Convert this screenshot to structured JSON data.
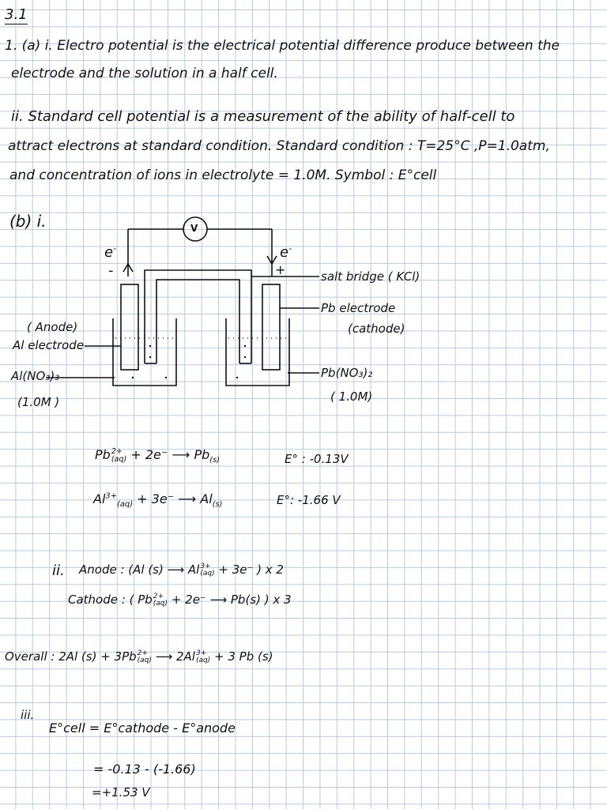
{
  "heading": "3.1",
  "q1a": {
    "i_line1": "1. (a) i. Electro potential is the electrical potential difference produce between the",
    "i_line2": "electrode and the solution in a half cell.",
    "ii_line1": "ii. Standard cell potential is a measurement of the ability of half-cell to",
    "ii_line2": "attract electrons at standard condition. Standard condition : T=25°C ,P=1.0atm,",
    "ii_line3": "and concentration of ions in electrolyte = 1.0M. Symbol : E°cell"
  },
  "q1b": {
    "label": "(b) i.",
    "diagram": {
      "voltmeter": "V",
      "left_electron": "e",
      "left_sign": "-",
      "right_electron": "e",
      "right_sign": "+",
      "salt_bridge": "salt bridge ( KCl)",
      "pb_electrode": "Pb electrode",
      "cathode": "(cathode)",
      "anode": "( Anode)",
      "al_electrode": "Al electrode",
      "al_solution": "Al(NO₃)₃",
      "al_conc": "(1.0M )",
      "pb_solution": "Pb(NO₃)₂",
      "pb_conc": "( 1.0M)"
    },
    "eq1": {
      "lhs": "Pb",
      "lhs_sup": "2+",
      "lhs_sub": "(aq)",
      "mid": "+ 2e⁻ ⟶ Pb",
      "prod_sub": "(s)",
      "e_label": "E° : -0.13V"
    },
    "eq2": {
      "lhs": "Al",
      "lhs_sup": "3+",
      "lhs_sub": "(aq)",
      "mid": "+ 3e⁻ ⟶ Al",
      "prod_sub": "(s)",
      "e_label": "E°: -1.66 V"
    },
    "ii_label": "ii.",
    "anode_text": "Anode : (Al (s) ⟶ Al",
    "anode_sup": "3+",
    "anode_sub": "(aq)",
    "anode_end": "+ 3e⁻ ) x 2",
    "cathode_text": "Cathode : ( Pb",
    "cathode_sup": "2+",
    "cathode_sub": "(aq)",
    "cathode_end": "+ 2e⁻ ⟶ Pb(s) ) x 3",
    "overall_text": "Overall : 2Al (s) + 3Pb",
    "overall_sup": "2+",
    "overall_sub": "(aq)",
    "overall_mid": "⟶ 2Al",
    "overall_sup2": "3+",
    "overall_sub2": "(aq)",
    "overall_end": "+ 3 Pb (s)",
    "iii_label": "iii.",
    "iii_formula": "E°cell = E°cathode - E°anode",
    "iii_step": "= -0.13 - (-1.66)",
    "iii_result": "=+1.53 V"
  }
}
